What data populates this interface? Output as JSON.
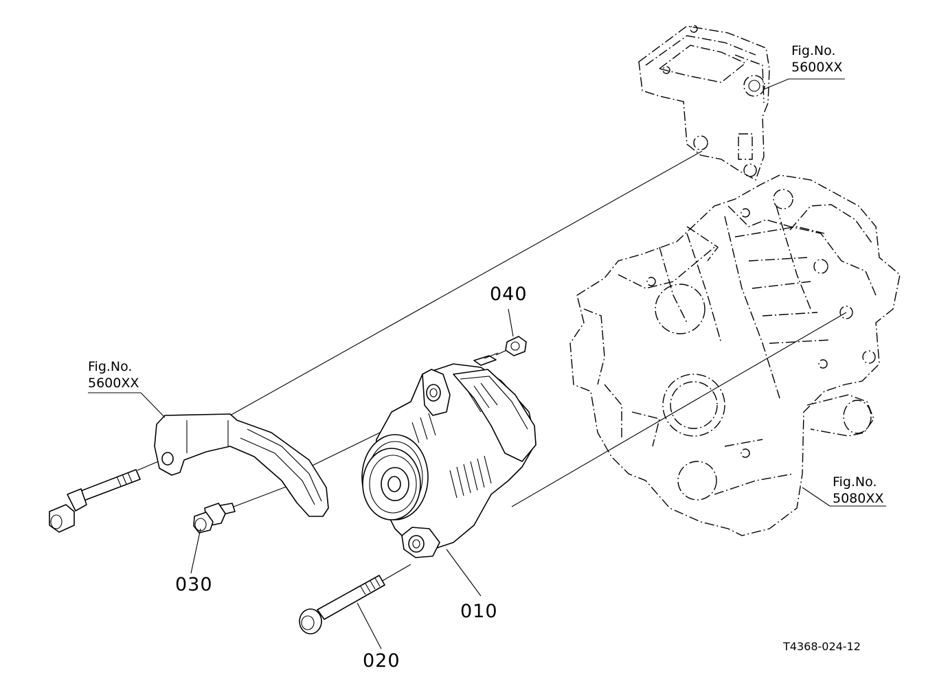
{
  "callouts": {
    "c010": "010",
    "c020": "020",
    "c030": "030",
    "c040": "040"
  },
  "figrefs": {
    "top": {
      "label": "Fig.No.",
      "number": "5600XX"
    },
    "left": {
      "label": "Fig.No.",
      "number": "5600XX"
    },
    "right": {
      "label": "Fig.No.",
      "number": "5080XX"
    }
  },
  "drawing_code": "T4368-024-12"
}
